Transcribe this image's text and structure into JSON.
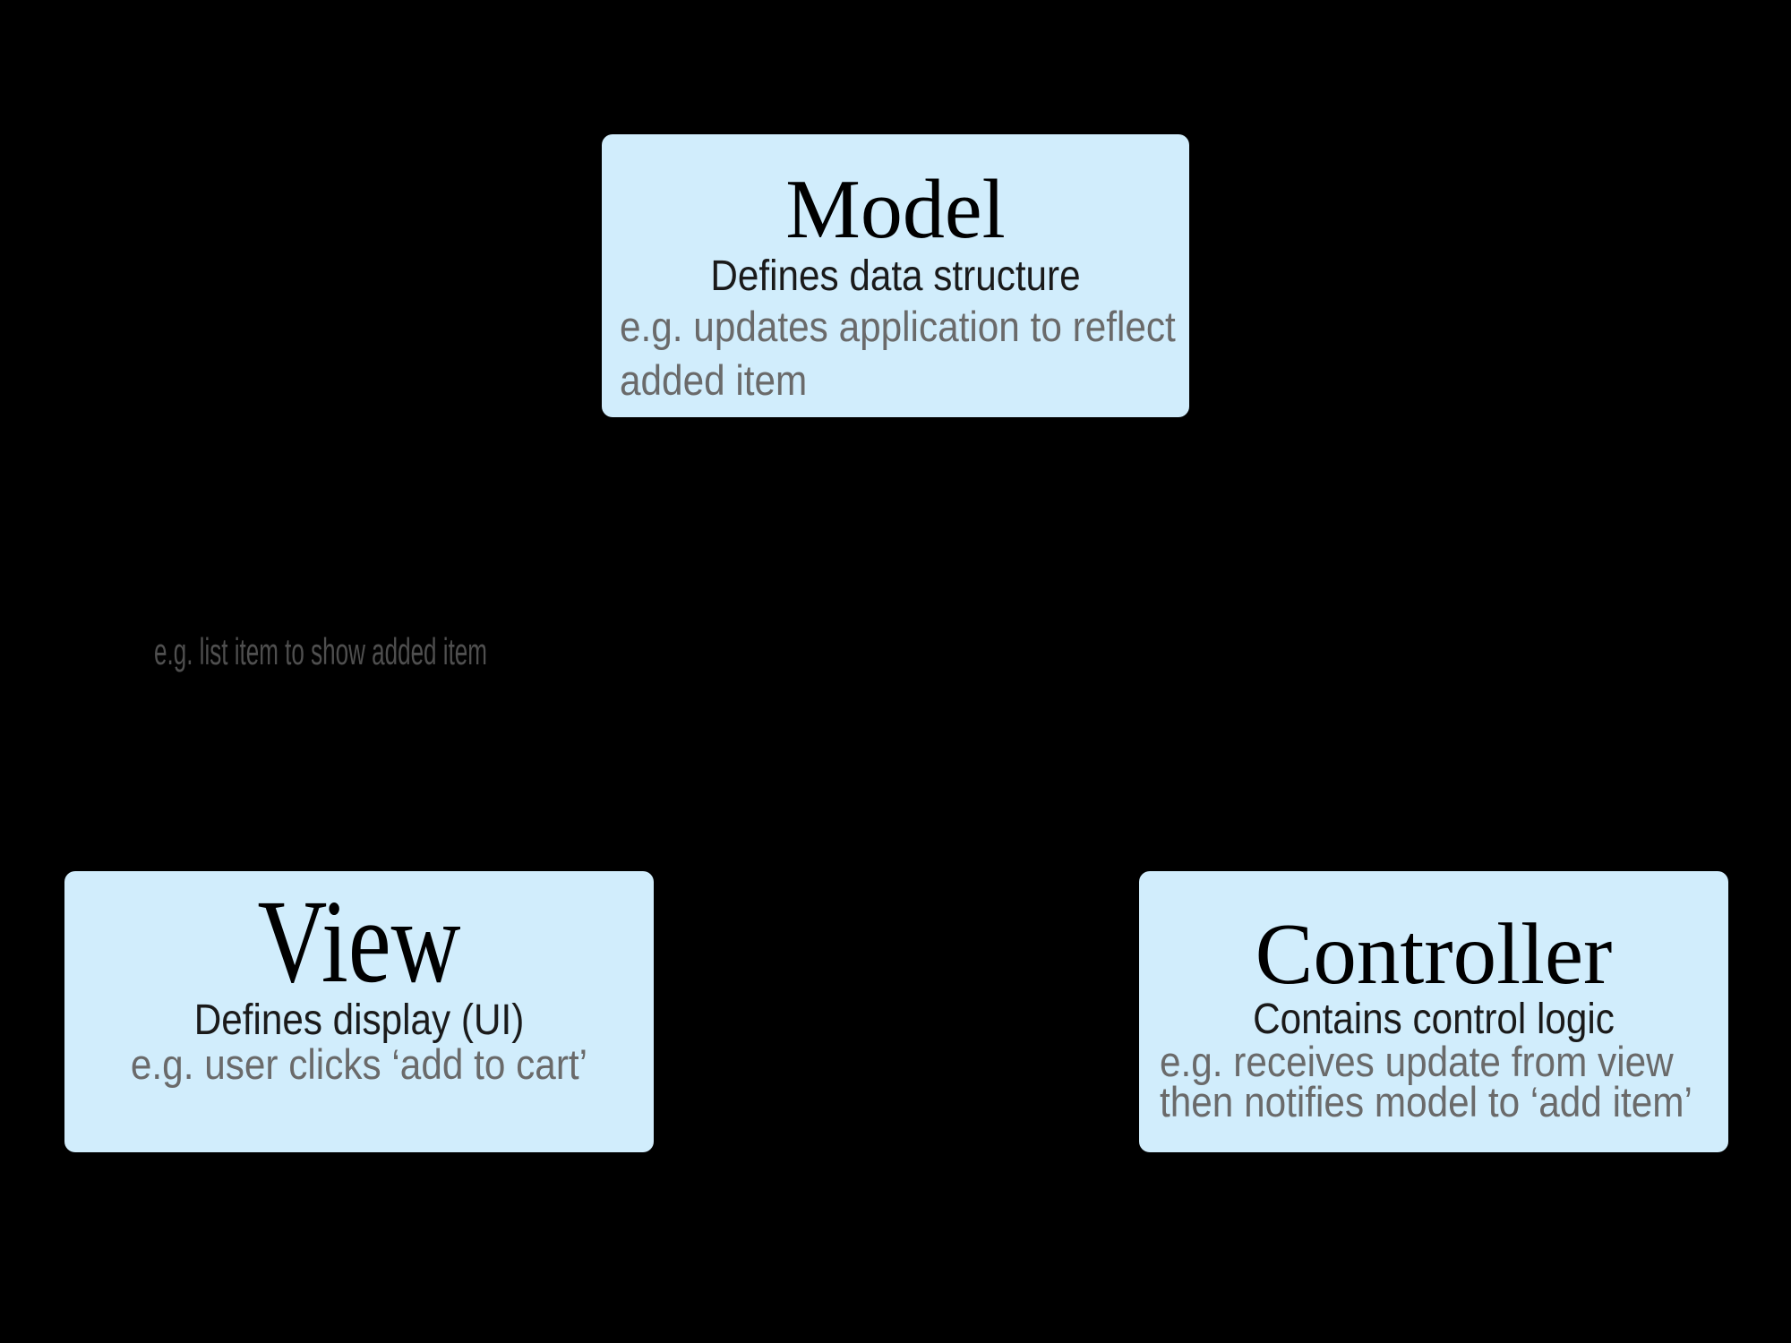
{
  "diagram": {
    "name": "MVC architecture diagram",
    "background_color": "#000000",
    "box_fill_color": "#d1edfc",
    "title_text_color": "#000000",
    "subtitle_text_color": "#1a1a1a",
    "example_text_color": "#6a6a6a",
    "annotation_text_color": "#4f4f4f"
  },
  "model": {
    "title": "Model",
    "subtitle": "Defines data structure",
    "example_line1": "e.g. updates application to reflect",
    "example_line2": "added item"
  },
  "view": {
    "title": "View",
    "subtitle": "Defines display (UI)",
    "example_line1": "e.g. user clicks ‘add to cart’"
  },
  "controller": {
    "title": "Controller",
    "subtitle": "Contains control logic",
    "example_line1": "e.g. receives update from view",
    "example_line2": "then notifies model to ‘add item’"
  },
  "annotations": {
    "model_to_view_example": "e.g. list item to show added item"
  }
}
